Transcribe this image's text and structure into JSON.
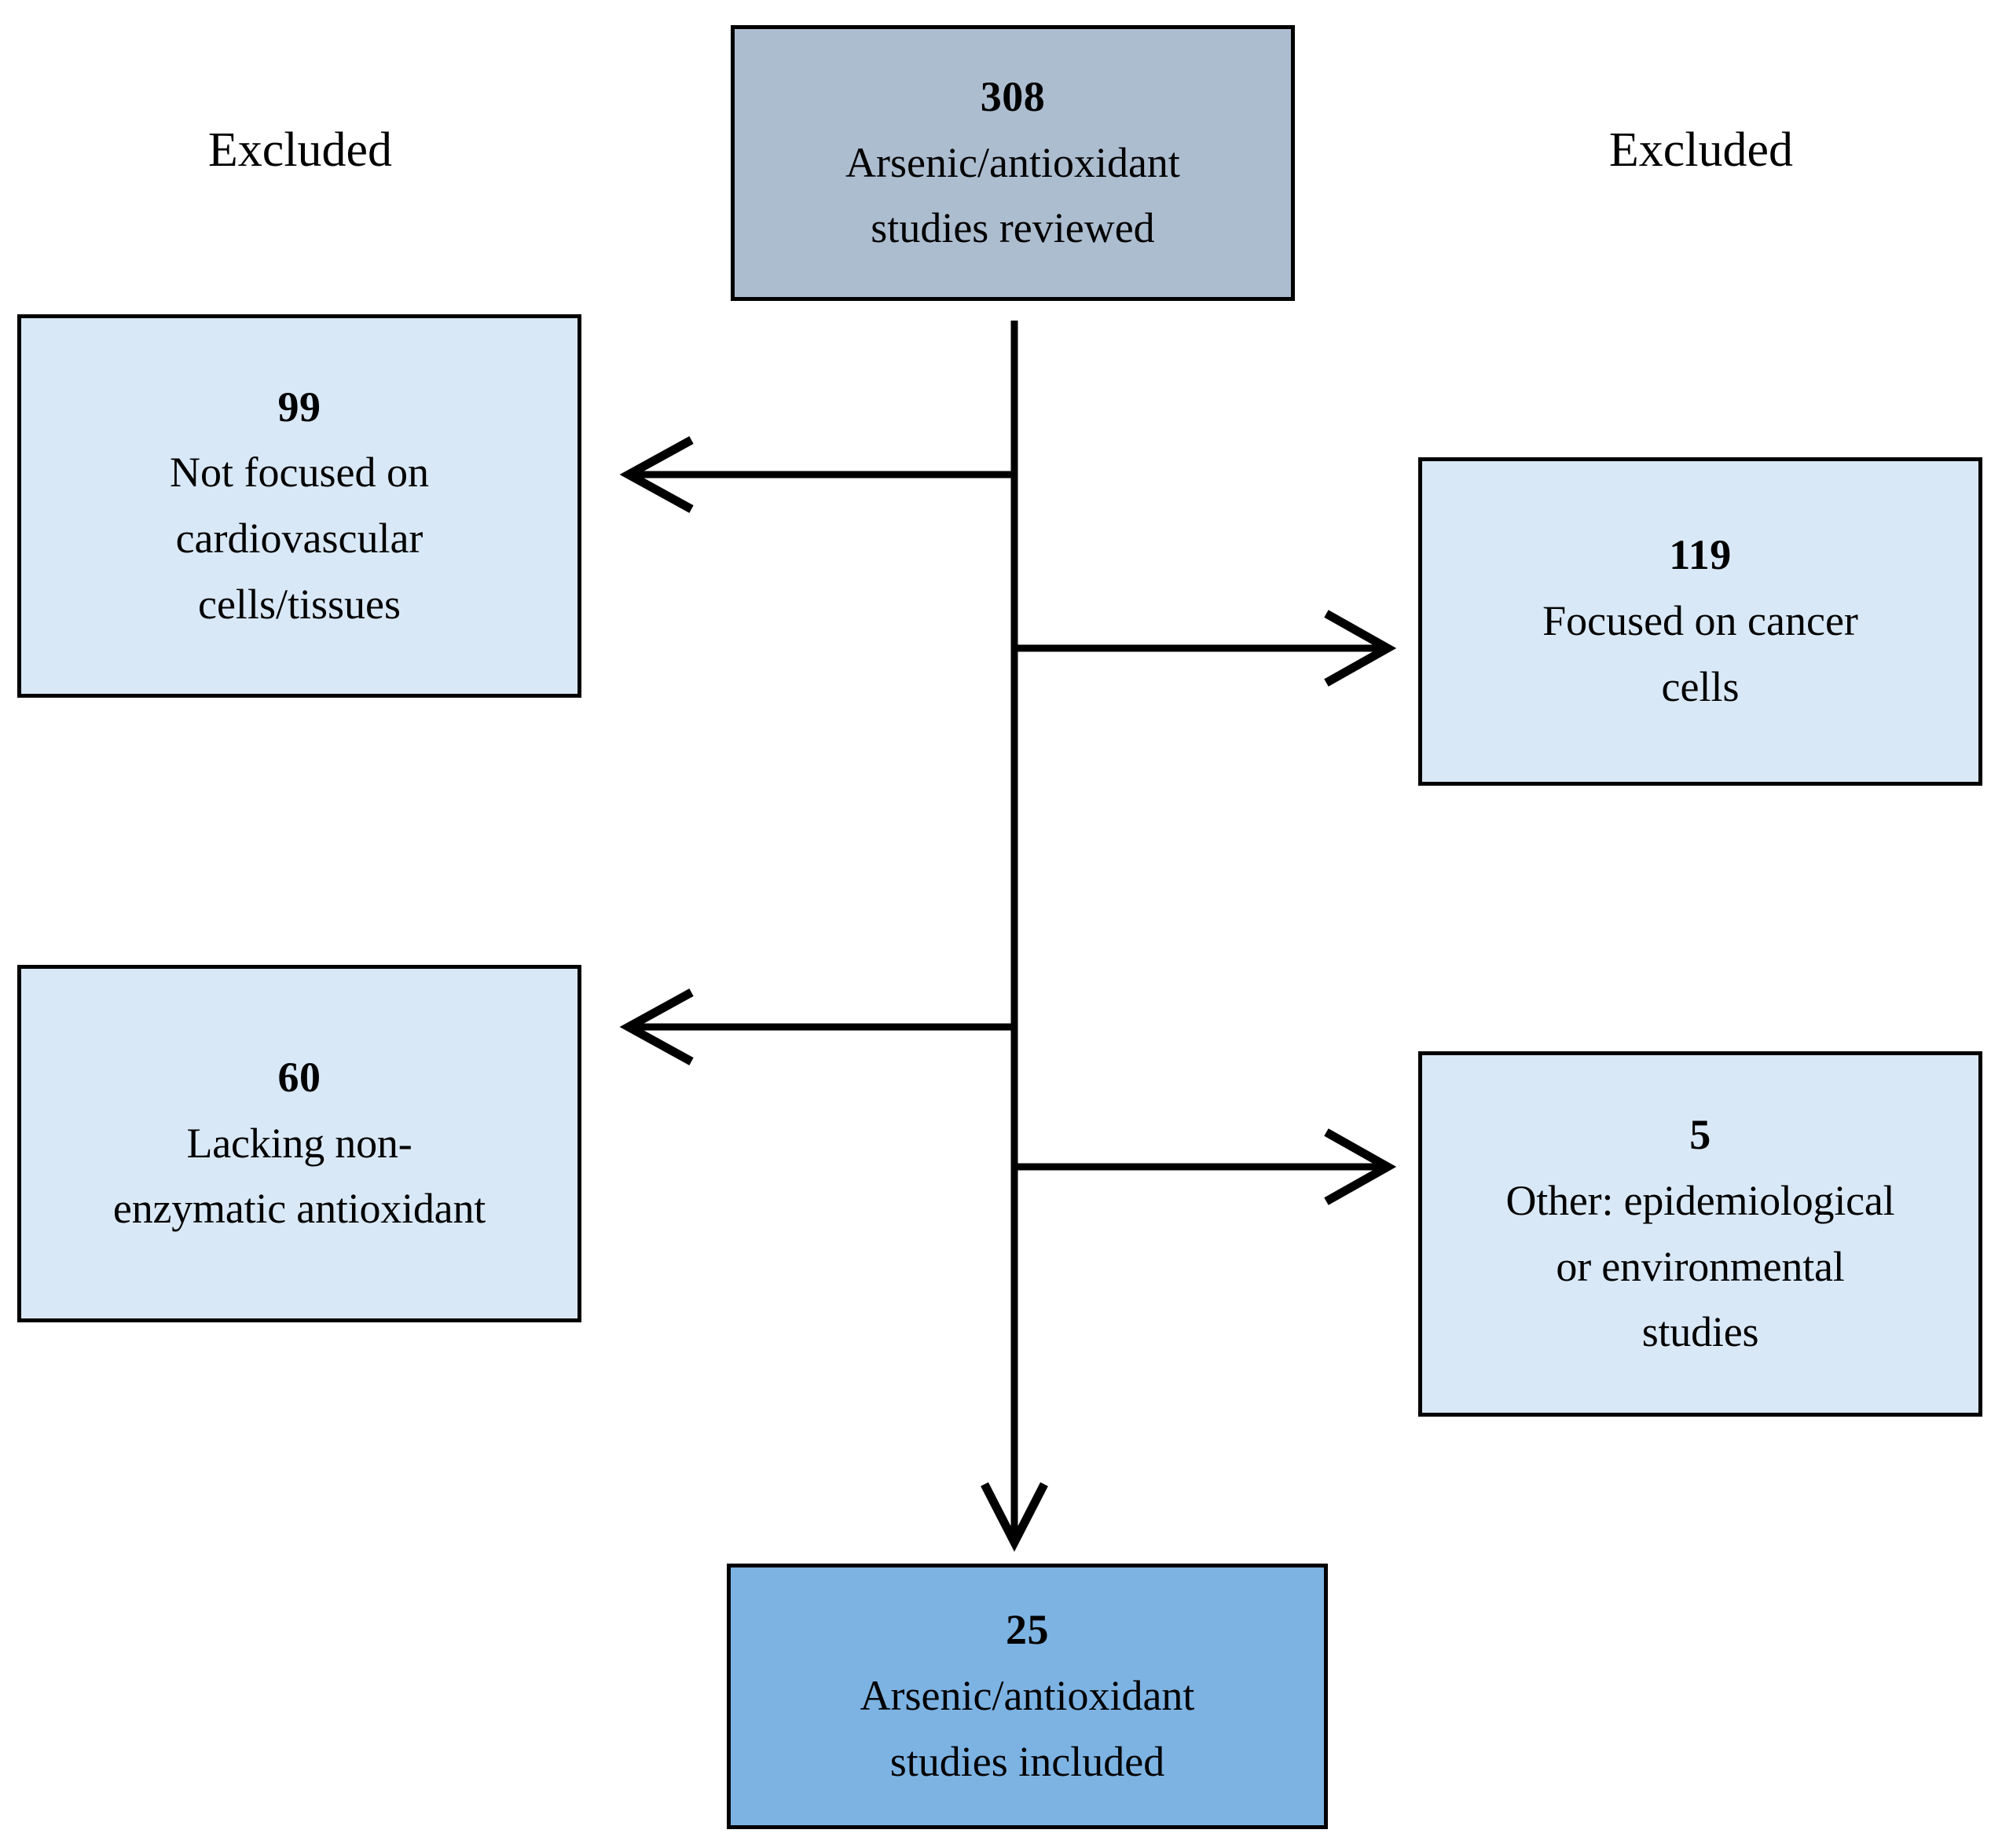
{
  "figure": {
    "type": "flowchart",
    "orientation": "vertical-spine-with-lateral-exclusions",
    "captions": {
      "left": "Excluded",
      "right": "Excluded"
    },
    "colors": {
      "reviewed_box_fill": "#adbdd0",
      "excluded_box_fill": "#d9e8f6",
      "included_box_fill": "#7db3e3",
      "border": "#000000",
      "text": "#000000",
      "background": "#ffffff"
    },
    "nodes": {
      "reviewed": {
        "count": "308",
        "line1": "Arsenic/antioxidant",
        "line2": "studies reviewed"
      },
      "excluded_not_cardiovascular": {
        "count": "99",
        "line1": "Not focused on",
        "line2": "cardiovascular",
        "line3": "cells/tissues"
      },
      "excluded_cancer_cells": {
        "count": "119",
        "line1": "Focused on cancer",
        "line2": "cells"
      },
      "excluded_no_nonenzymatic": {
        "count": "60",
        "line1": "Lacking non-",
        "line2": "enzymatic antioxidant"
      },
      "excluded_other": {
        "count": "5",
        "line1": "Other: epidemiological",
        "line2": "or environmental",
        "line3": "studies"
      },
      "included": {
        "count": "25",
        "line1": "Arsenic/antioxidant",
        "line2": "studies included"
      }
    },
    "edges": [
      {
        "name": "spine",
        "from": "reviewed",
        "to": "included",
        "direction": "down",
        "arrowhead": true
      },
      {
        "name": "branch-to-99",
        "from": "spine",
        "to": "excluded_not_cardiovascular",
        "direction": "left",
        "arrowhead": true
      },
      {
        "name": "branch-to-119",
        "from": "spine",
        "to": "excluded_cancer_cells",
        "direction": "right",
        "arrowhead": true
      },
      {
        "name": "branch-to-60",
        "from": "spine",
        "to": "excluded_no_nonenzymatic",
        "direction": "left",
        "arrowhead": true
      },
      {
        "name": "branch-to-5",
        "from": "spine",
        "to": "excluded_other",
        "direction": "right",
        "arrowhead": true
      }
    ]
  }
}
